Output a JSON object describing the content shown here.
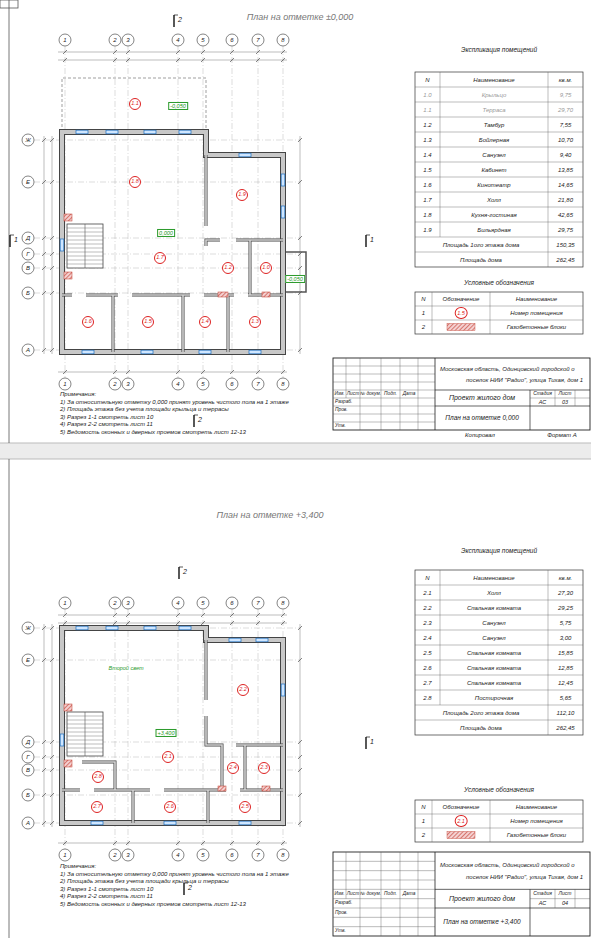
{
  "diagram": {
    "nodes": [
      {
        "text": [
          "1.1"
        ]
      },
      {
        "text": [
          "1.8"
        ]
      },
      {
        "text": [
          "1.9"
        ]
      },
      {
        "text": [
          "1.7"
        ]
      },
      {
        "text": [
          "1.2"
        ]
      },
      {
        "text": [
          "1.0"
        ]
      },
      {
        "text": [
          "1.6"
        ]
      },
      {
        "text": [
          "1.5"
        ]
      },
      {
        "text": [
          "1.4"
        ]
      },
      {
        "text": [
          "1.3"
        ]
      },
      {
        "text": [
          "2.2"
        ]
      },
      {
        "text": [
          "2.1"
        ]
      },
      {
        "text": [
          "2.8"
        ]
      },
      {
        "text": [
          "2.4"
        ]
      },
      {
        "text": [
          "2.3"
        ]
      },
      {
        "text": [
          "2.7"
        ]
      },
      {
        "text": [
          "2.6"
        ]
      },
      {
        "text": [
          "2.5"
        ]
      }
    ],
    "labels": [
      "План на отметке ±0,000",
      "2",
      "1",
      "1",
      "2",
      "1",
      "2",
      "3",
      "4",
      "5",
      "6",
      "7",
      "8",
      "1",
      "2",
      "3",
      "4",
      "5",
      "6",
      "7",
      "8",
      "Ж",
      "Е",
      "Д",
      "Г",
      "В",
      "Б",
      "А",
      "-0,050",
      "0,000",
      "-0,050",
      "Примечания:",
      "1) За относительную отметку 0,000 принят уровень чистого пола на 1 этаже",
      "2) Площадь этажа без учета площади крыльца и террасы",
      "3) Разрез 1-1 смотреть лист 10",
      "4) Разрез 2-2 смотреть лист 11",
      "5) Ведомость оконных и дверных проемов смотреть лист 12-13",
      "Экспликация помещений",
      "N",
      "Наименование",
      "кв.м.",
      "1.0",
      "Крыльцо",
      "9,75",
      "1.1",
      "Терраса",
      "29,70",
      "1.2",
      "Тамбур",
      "7,55",
      "1.3",
      "Бойлерная",
      "10,70",
      "1.4",
      "Санузел",
      "9,40",
      "1.5",
      "Кабинет",
      "13,85",
      "1.6",
      "Кинотеатр",
      "14,65",
      "1.7",
      "Холл",
      "21,80",
      "1.8",
      "Кухня-гостиная",
      "42,65",
      "1.9",
      "Бильярдная",
      "29,75",
      "Площадь 1ого этажа дома",
      "150,35",
      "Площадь дома",
      "262,45",
      "Условные обозначения",
      "N",
      "Обозначение",
      "Наименование",
      "1",
      "1.5",
      "2",
      "Изм.",
      "Лист",
      "№ докум.",
      "Подп.",
      "Дата",
      "Разраб.",
      "Пров.",
      "Утв.",
      "Московская область, Одинцовский городской о",
      "поселок НИИ \"Радио\", улица Тихая, дом 1",
      "Проект жилого дом",
      "Стадия",
      "Лист",
      "АС",
      "03",
      "План на отметке 0,000",
      "Копировал",
      "Формат А",
      "План на отметке +3,400",
      "2",
      "1",
      "2",
      "1",
      "2",
      "3",
      "4",
      "5",
      "6",
      "7",
      "8",
      "1",
      "2",
      "3",
      "4",
      "5",
      "6",
      "7",
      "8",
      "Ж",
      "Е",
      "Д",
      "Г",
      "В",
      "Б",
      "А",
      "Второй свет",
      "+3,400",
      "Примечания:",
      "1) За относительную отметку 0,000 принят уровень чистого пола на 1 этаже",
      "2) Площадь этажа без учета площади крыльца и террасы",
      "3) Разрез 1-1 смотреть лист 10",
      "4) Разрез 2-2 смотреть лист 11",
      "5) Ведомость оконных и дверных проемов смотреть лист 12-13",
      "Экспликация помещений",
      "N",
      "Наименование",
      "кв.м.",
      "2.1",
      "Холл",
      "27,30",
      "2.2",
      "Спальная комната",
      "29,25",
      "2.3",
      "Санузел",
      "5,75",
      "2.4",
      "Санузел",
      "3,00",
      "2.5",
      "Спальная комната",
      "15,85",
      "2.6",
      "Спальная комната",
      "12,85",
      "2.7",
      "Спальная комната",
      "12,45",
      "2.8",
      "Постирочная",
      "5,65",
      "Площадь 2ого этажа дома",
      "112,10",
      "Площадь дома",
      "262,45",
      "Условные обозначения",
      "N",
      "Обозначение",
      "Наименование",
      "1",
      "2.1",
      "2",
      "Изм.",
      "Лист",
      "№ докум.",
      "Подп.",
      "Дата",
      "Разраб.",
      "Пров.",
      "Утв.",
      "Московская область, Одинцовский городской о",
      "поселок НИИ \"Радио\", улица Тихая, дом 1",
      "Проект жилого дом",
      "Стадия",
      "Лист",
      "АС",
      "04",
      "План на отметке +3,400"
    ],
    "legend": [
      {
        "text": "Номер помещения"
      },
      {
        "text": "Газобетонные блоки"
      },
      {
        "text": "Номер помещения"
      },
      {
        "text": "Газобетонные блоки"
      }
    ]
  }
}
